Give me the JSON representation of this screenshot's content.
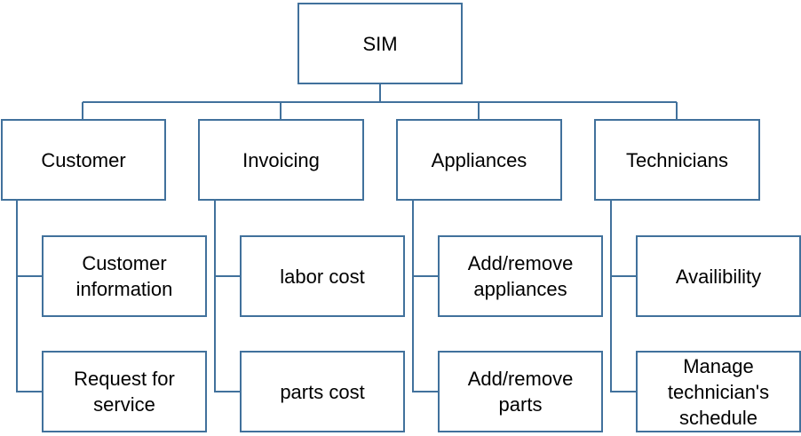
{
  "colors": {
    "box_border": "#41719C",
    "connector": "#41719C",
    "text": "#000000",
    "background": "#ffffff"
  },
  "root": {
    "label": "SIM"
  },
  "branches": [
    {
      "label": "Customer",
      "children": [
        "Customer\ninformation",
        "Request for\nservice"
      ]
    },
    {
      "label": "Invoicing",
      "children": [
        "labor cost",
        "parts cost"
      ]
    },
    {
      "label": "Appliances",
      "children": [
        "Add/remove\nappliances",
        "Add/remove\nparts"
      ]
    },
    {
      "label": "Technicians",
      "children": [
        "Availibility",
        "Manage\ntechnician's\nschedule"
      ]
    }
  ]
}
